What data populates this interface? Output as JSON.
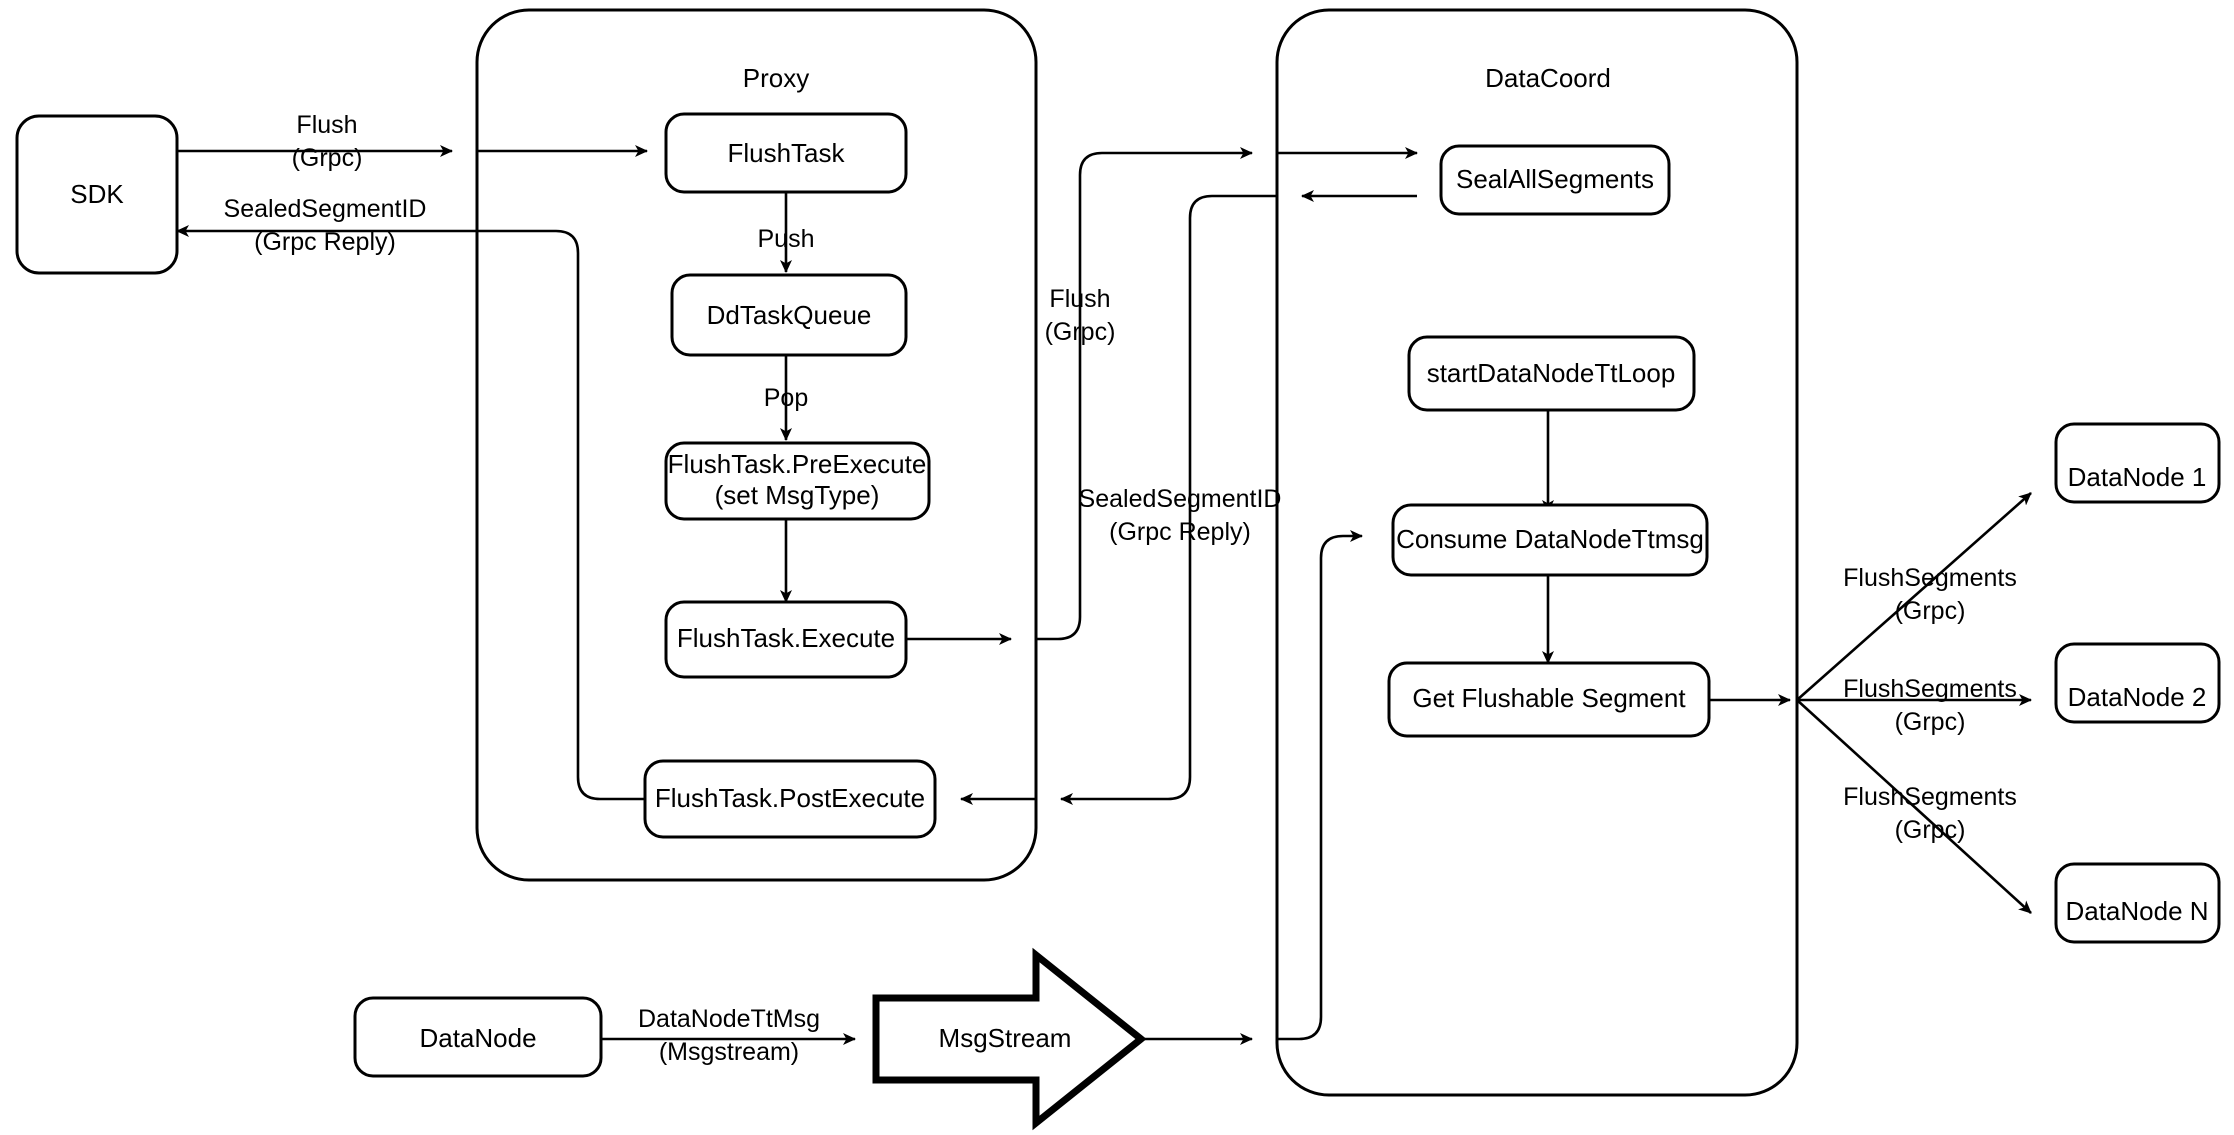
{
  "diagram": {
    "title": "Milvus Flush Sequence Architecture",
    "colors": {
      "stroke": "#000000",
      "fill": "#ffffff",
      "text": "#000000"
    }
  },
  "groups": [
    {
      "id": "proxy",
      "label": "Proxy"
    },
    {
      "id": "datacoord",
      "label": "DataCoord"
    }
  ],
  "nodes": {
    "sdk": "SDK",
    "flush_task": "FlushTask",
    "dd_task_queue": "DdTaskQueue",
    "pre_execute_line1": "FlushTask.PreExecute",
    "pre_execute_line2": "(set MsgType)",
    "execute": "FlushTask.Execute",
    "post_execute": "FlushTask.PostExecute",
    "seal_all_segments": "SealAllSegments",
    "start_tt_loop": "startDataNodeTtLoop",
    "consume_tt_msg": "Consume DataNodeTtmsg",
    "get_flushable": "Get Flushable Segment",
    "datanode_1": "DataNode 1",
    "datanode_2": "DataNode 2",
    "datanode_n": "DataNode N",
    "datanode_src": "DataNode",
    "msgstream": "MsgStream"
  },
  "edges": {
    "sdk_to_proxy_l1": "Flush",
    "sdk_to_proxy_l2": "(Grpc)",
    "proxy_to_sdk_l1": "SealedSegmentID",
    "proxy_to_sdk_l2": "(Grpc Reply)",
    "push": "Push",
    "pop": "Pop",
    "proxy_to_coord_l1": "Flush",
    "proxy_to_coord_l2": "(Grpc)",
    "coord_to_proxy_l1": "SealedSegmentID",
    "coord_to_proxy_l2": "(Grpc Reply)",
    "flush_segments_1_l1": "FlushSegments",
    "flush_segments_1_l2": "(Grpc)",
    "flush_segments_2_l1": "FlushSegments",
    "flush_segments_2_l2": "(Grpc)",
    "flush_segments_n_l1": "FlushSegments",
    "flush_segments_n_l2": "(Grpc)",
    "datanode_tt_msg_l1": "DataNodeTtMsg",
    "datanode_tt_msg_l2": "(Msgstream)"
  }
}
